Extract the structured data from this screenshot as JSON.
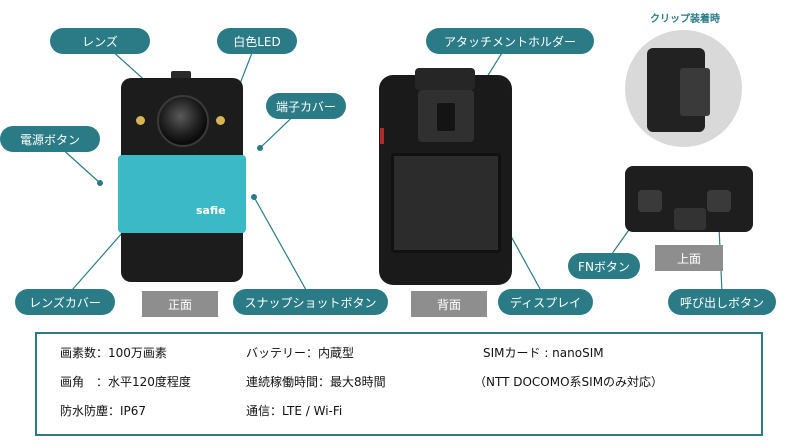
{
  "labels": {
    "lens": "レンズ",
    "white_led": "白色LED",
    "attachment_holder": "アタッチメントホルダー",
    "terminal_cover": "端子カバー",
    "power_button": "電源ボタン",
    "lens_cover": "レンズカバー",
    "snapshot_button": "スナップショットボタン",
    "display": "ディスプレイ",
    "fn_button": "FNボタン",
    "call_button": "呼び出しボタン"
  },
  "views": {
    "front": "正面",
    "back": "背面",
    "top": "上面",
    "clip_title": "クリップ装着時"
  },
  "brand": "safie",
  "specs": {
    "col1": [
      "画素数：100万画素",
      "画角　：水平120度程度",
      "防水防塵：IP67"
    ],
    "col2": [
      "バッテリー：内蔵型",
      "連続稼働時間：最大8時間",
      "通信：LTE / Wi-Fi"
    ],
    "col3": [
      "SIMカード : nanoSIM",
      "（NTT DOCOMO系SIMのみ対応）"
    ]
  },
  "colors": {
    "accent": "#2a7b86",
    "lens_cover": "#3bb9c6",
    "tag_gray": "#8e8e8e"
  }
}
